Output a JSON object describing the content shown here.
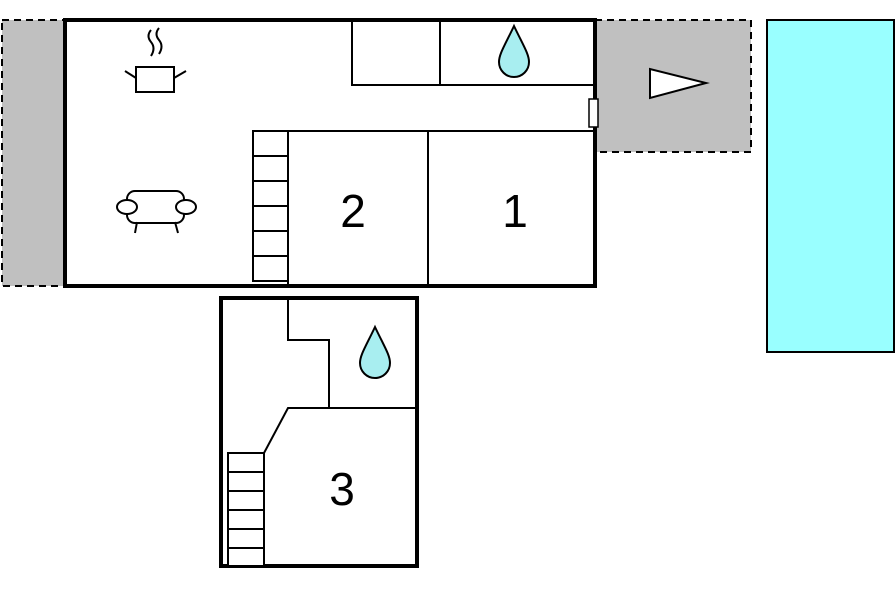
{
  "floorplan": {
    "rooms": {
      "room_1": {
        "label": "1"
      },
      "room_2": {
        "label": "2"
      },
      "room_3": {
        "label": "3"
      }
    },
    "icons": {
      "kitchen": "cooking-pot-icon",
      "living": "sofa-icon",
      "bathroom": "water-drop-icon",
      "entrance": "entrance-arrow-icon"
    },
    "colors": {
      "wall": "#000000",
      "terrace": "#c0c0c0",
      "pool": "#99ffff",
      "water": "#a8eef0",
      "background": "#ffffff"
    }
  }
}
